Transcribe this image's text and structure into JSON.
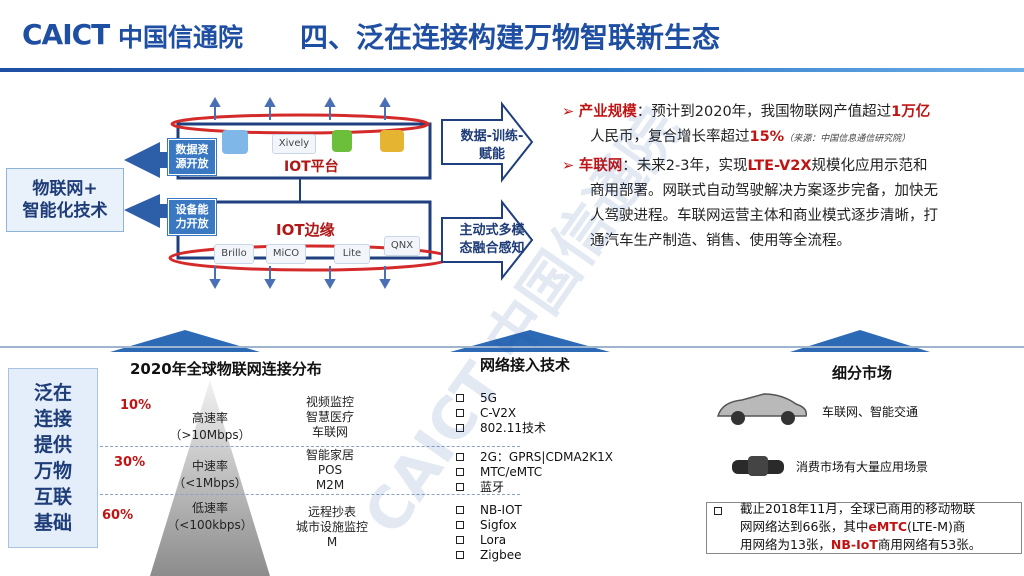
{
  "header": {
    "logo_en": "CAICT",
    "logo_cn": "中国信通院",
    "title": "四、泛在连接构建万物智联新生态"
  },
  "diagram": {
    "tech_label_line1": "物联网+",
    "tech_label_line2": "智能化技术",
    "tag_data_line1": "数据资",
    "tag_data_line2": "源开放",
    "tag_device_line1": "设备能",
    "tag_device_line2": "力开放",
    "platform_label": "IOT平台",
    "edge_label": "IOT边缘",
    "side_top_line1": "数据-训练-",
    "side_top_line2": "赋能",
    "side_bottom_line1": "主动式多模",
    "side_bottom_line2": "态融合感知",
    "chips_top": [
      "",
      "Xively",
      "",
      ""
    ],
    "chips_bottom": [
      "Brillo",
      "MiCO",
      "Lite",
      "QNX"
    ]
  },
  "bullets": {
    "b1_label": "产业规模",
    "b1_text_a": "：预计到2020年，我国物联网产值超过",
    "b1_hl1": "1万亿",
    "b1_text_b": "人民币，复合增长率超过",
    "b1_hl2": "15%",
    "b1_note": "（来源：中国信息通信研究院）",
    "b2_label": "车联网",
    "b2_text_a": "：未来2-3年，实现",
    "b2_hl": "LTE-V2X",
    "b2_text_b": "规模化应用示范和",
    "b2_line2": "商用部署。网联式自动驾驶解决方案逐步完备，加快无",
    "b2_line3": "人驾驶进程。车联网运营主体和商业模式逐步清晰，打",
    "b2_line4": "通汽车生产制造、销售、使用等全流程。"
  },
  "foundation": {
    "label": [
      "泛在",
      "连接",
      "提供",
      "万物",
      "互联",
      "基础"
    ]
  },
  "columns": {
    "dist": "2020年全球物联网连接分布",
    "net": "网络接入技术",
    "market": "细分市场"
  },
  "tiers": [
    {
      "pct": "10%",
      "rate1": "高速率",
      "rate2": "（>10Mbps）",
      "apps": [
        "视频监控",
        "智慧医疗",
        "车联网"
      ],
      "net": [
        "5G",
        "C-V2X",
        "802.11技术"
      ]
    },
    {
      "pct": "30%",
      "rate1": "中速率",
      "rate2": "（<1Mbps）",
      "apps": [
        "智能家居",
        "POS",
        "M2M"
      ],
      "net": [
        "2G：GPRS|CDMA2K1X",
        "MTC/eMTC",
        "蓝牙"
      ]
    },
    {
      "pct": "60%",
      "rate1": "低速率",
      "rate2": "（<100kbps）",
      "apps": [
        "远程抄表",
        "城市设施监控",
        "M"
      ],
      "net": [
        "NB-IOT",
        "Sigfox",
        "Lora",
        "Zigbee"
      ]
    }
  ],
  "markets": {
    "car": "车联网、智能交通",
    "consumer": "消费市场有大量应用场景",
    "stat_a": "截止2018年11月，全球已商用的移动物联",
    "stat_b": "网网络达到66张，其中",
    "stat_hl1": "eMTC",
    "stat_c": "(LTE-M)商",
    "stat_d": "用网络为13张，",
    "stat_hl2": "NB-IoT",
    "stat_e": "商用网络有53张。"
  },
  "watermark": "CAICT 中国信通院",
  "colors": {
    "brand": "#1f4fa3",
    "highlight": "#c01414",
    "frame": "#1f3f7f"
  }
}
